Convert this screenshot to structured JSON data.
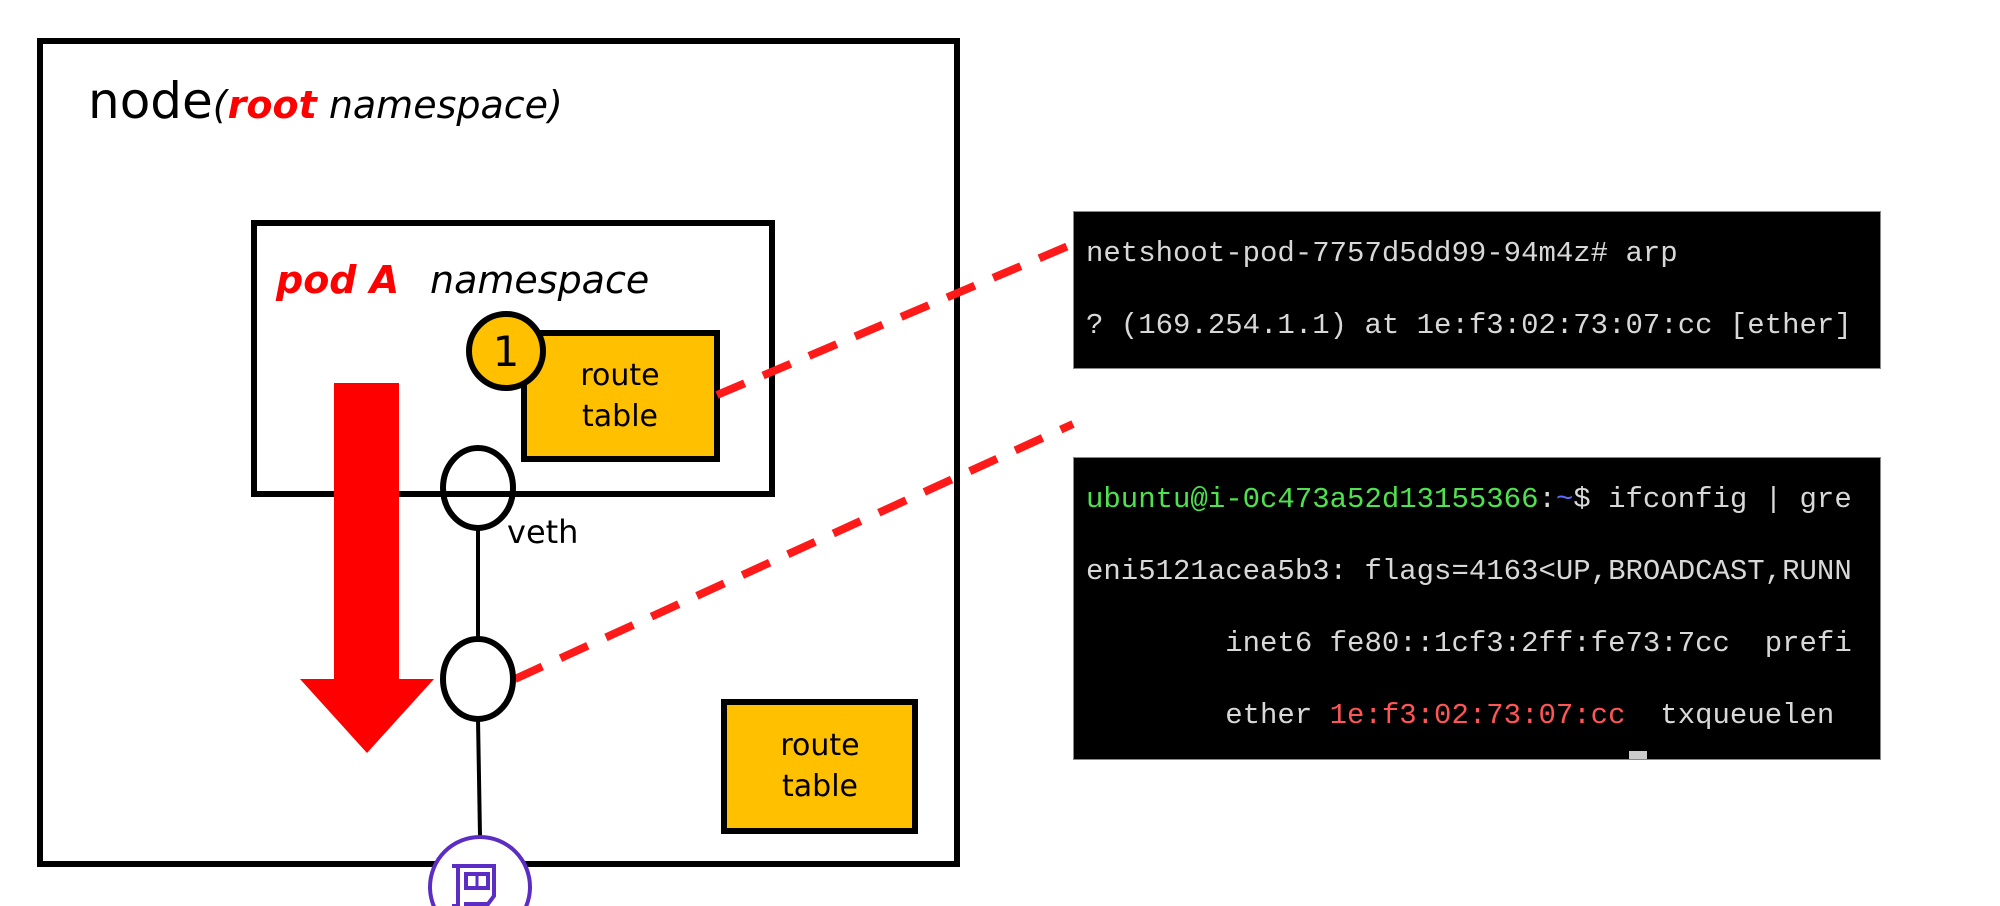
{
  "node": {
    "prefix": "node",
    "open": "(",
    "root": "root",
    "namespace": " namespace)"
  },
  "pod": {
    "name": "pod A",
    "namespace": "namespace"
  },
  "marker": "1",
  "route_table_pod": [
    "route",
    "table"
  ],
  "route_table_node": [
    "route",
    "table"
  ],
  "veth_label": "veth",
  "colors": {
    "accent_red": "#ff0000",
    "route_table_fill": "#ffc000",
    "nic_purple": "#5b2dc4"
  },
  "icons": {
    "nic": "network-interface-card-icon"
  },
  "terminal1": {
    "lines": [
      "netshoot-pod-7757d5dd99-94m4z# arp",
      "? (169.254.1.1) at 1e:f3:02:73:07:cc [ether]"
    ]
  },
  "terminal2": {
    "prompt_user": "ubuntu@i-0c473a52d13155366",
    "prompt_colon": ":",
    "prompt_path": "~",
    "prompt_cmd": "$ ifconfig | gre",
    "line2": "eni5121acea5b3: flags=4163<UP,BROADCAST,RUNN",
    "line3": "        inet6 fe80::1cf3:2ff:fe73:7cc  prefi",
    "line4_pre": "        ether ",
    "line4_mac": "1e:f3:02:73:07:cc",
    "line4_post": "  txqueuelen"
  }
}
